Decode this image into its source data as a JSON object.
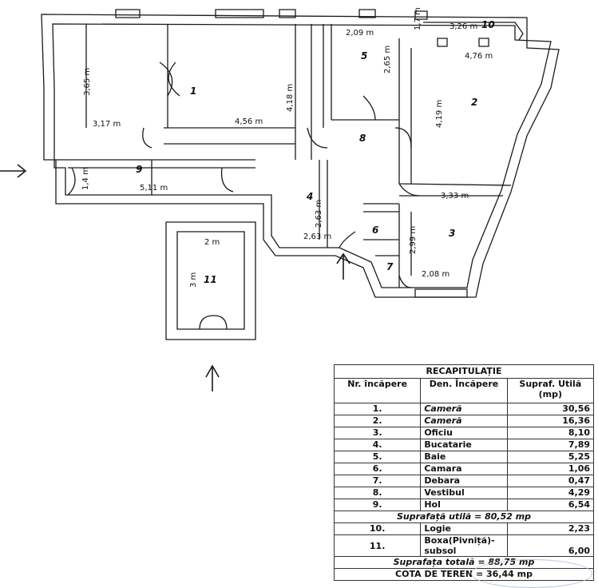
{
  "plan": {
    "rooms": [
      {
        "id": "room-1",
        "label": "1"
      },
      {
        "id": "room-2",
        "label": "2"
      },
      {
        "id": "room-3",
        "label": "3"
      },
      {
        "id": "room-4",
        "label": "4"
      },
      {
        "id": "room-5",
        "label": "5"
      },
      {
        "id": "room-6",
        "label": "6"
      },
      {
        "id": "room-7",
        "label": "7"
      },
      {
        "id": "room-8",
        "label": "8"
      },
      {
        "id": "room-9",
        "label": "9"
      },
      {
        "id": "room-10",
        "label": "10"
      },
      {
        "id": "room-11",
        "label": "11"
      }
    ],
    "dimensions": [
      "3,65 m",
      "3,17 m",
      "4,56 m",
      "4,18 m",
      "2,09 m",
      "2,65 m",
      "1,7 m",
      "3,26 m",
      "4,76 m",
      "4,19 m",
      "1,4 m",
      "5,11 m",
      "3,33 m",
      "2,63 m",
      "2,63 m",
      "2,99 m",
      "2,08 m",
      "2 m",
      "3 m"
    ]
  },
  "recap": {
    "title": "RECAPITULAȚIE",
    "col_nr": "Nr. încăpere",
    "col_name": "Den. Încăpere",
    "col_area": "Supraf. Utilă (mp)",
    "rows": [
      {
        "nr": "1.",
        "name": "Cameră",
        "area": "30,56"
      },
      {
        "nr": "2.",
        "name": "Cameră",
        "area": "16,36"
      },
      {
        "nr": "3.",
        "name": "Oficiu",
        "area": "8,10"
      },
      {
        "nr": "4.",
        "name": "Bucatarie",
        "area": "7,89"
      },
      {
        "nr": "5.",
        "name": "Baie",
        "area": "5,25"
      },
      {
        "nr": "6.",
        "name": "Camara",
        "area": "1,06"
      },
      {
        "nr": "7.",
        "name": "Debara",
        "area": "0,47"
      },
      {
        "nr": "8.",
        "name": "Vestibul",
        "area": "4,29"
      },
      {
        "nr": "9.",
        "name": "Hol",
        "area": "6,54"
      }
    ],
    "subtotal": "Suprafață utilă = 80,52 mp",
    "extra_rows": [
      {
        "nr": "10.",
        "name": "Logie",
        "area": "2,23"
      },
      {
        "nr": "11.",
        "name": "Boxa(Pivniță)-subsol",
        "area": "6,00"
      }
    ],
    "total": "Suprafața totală = 88,75 mp",
    "land": "COTA DE TEREN = 36,44 mp"
  }
}
